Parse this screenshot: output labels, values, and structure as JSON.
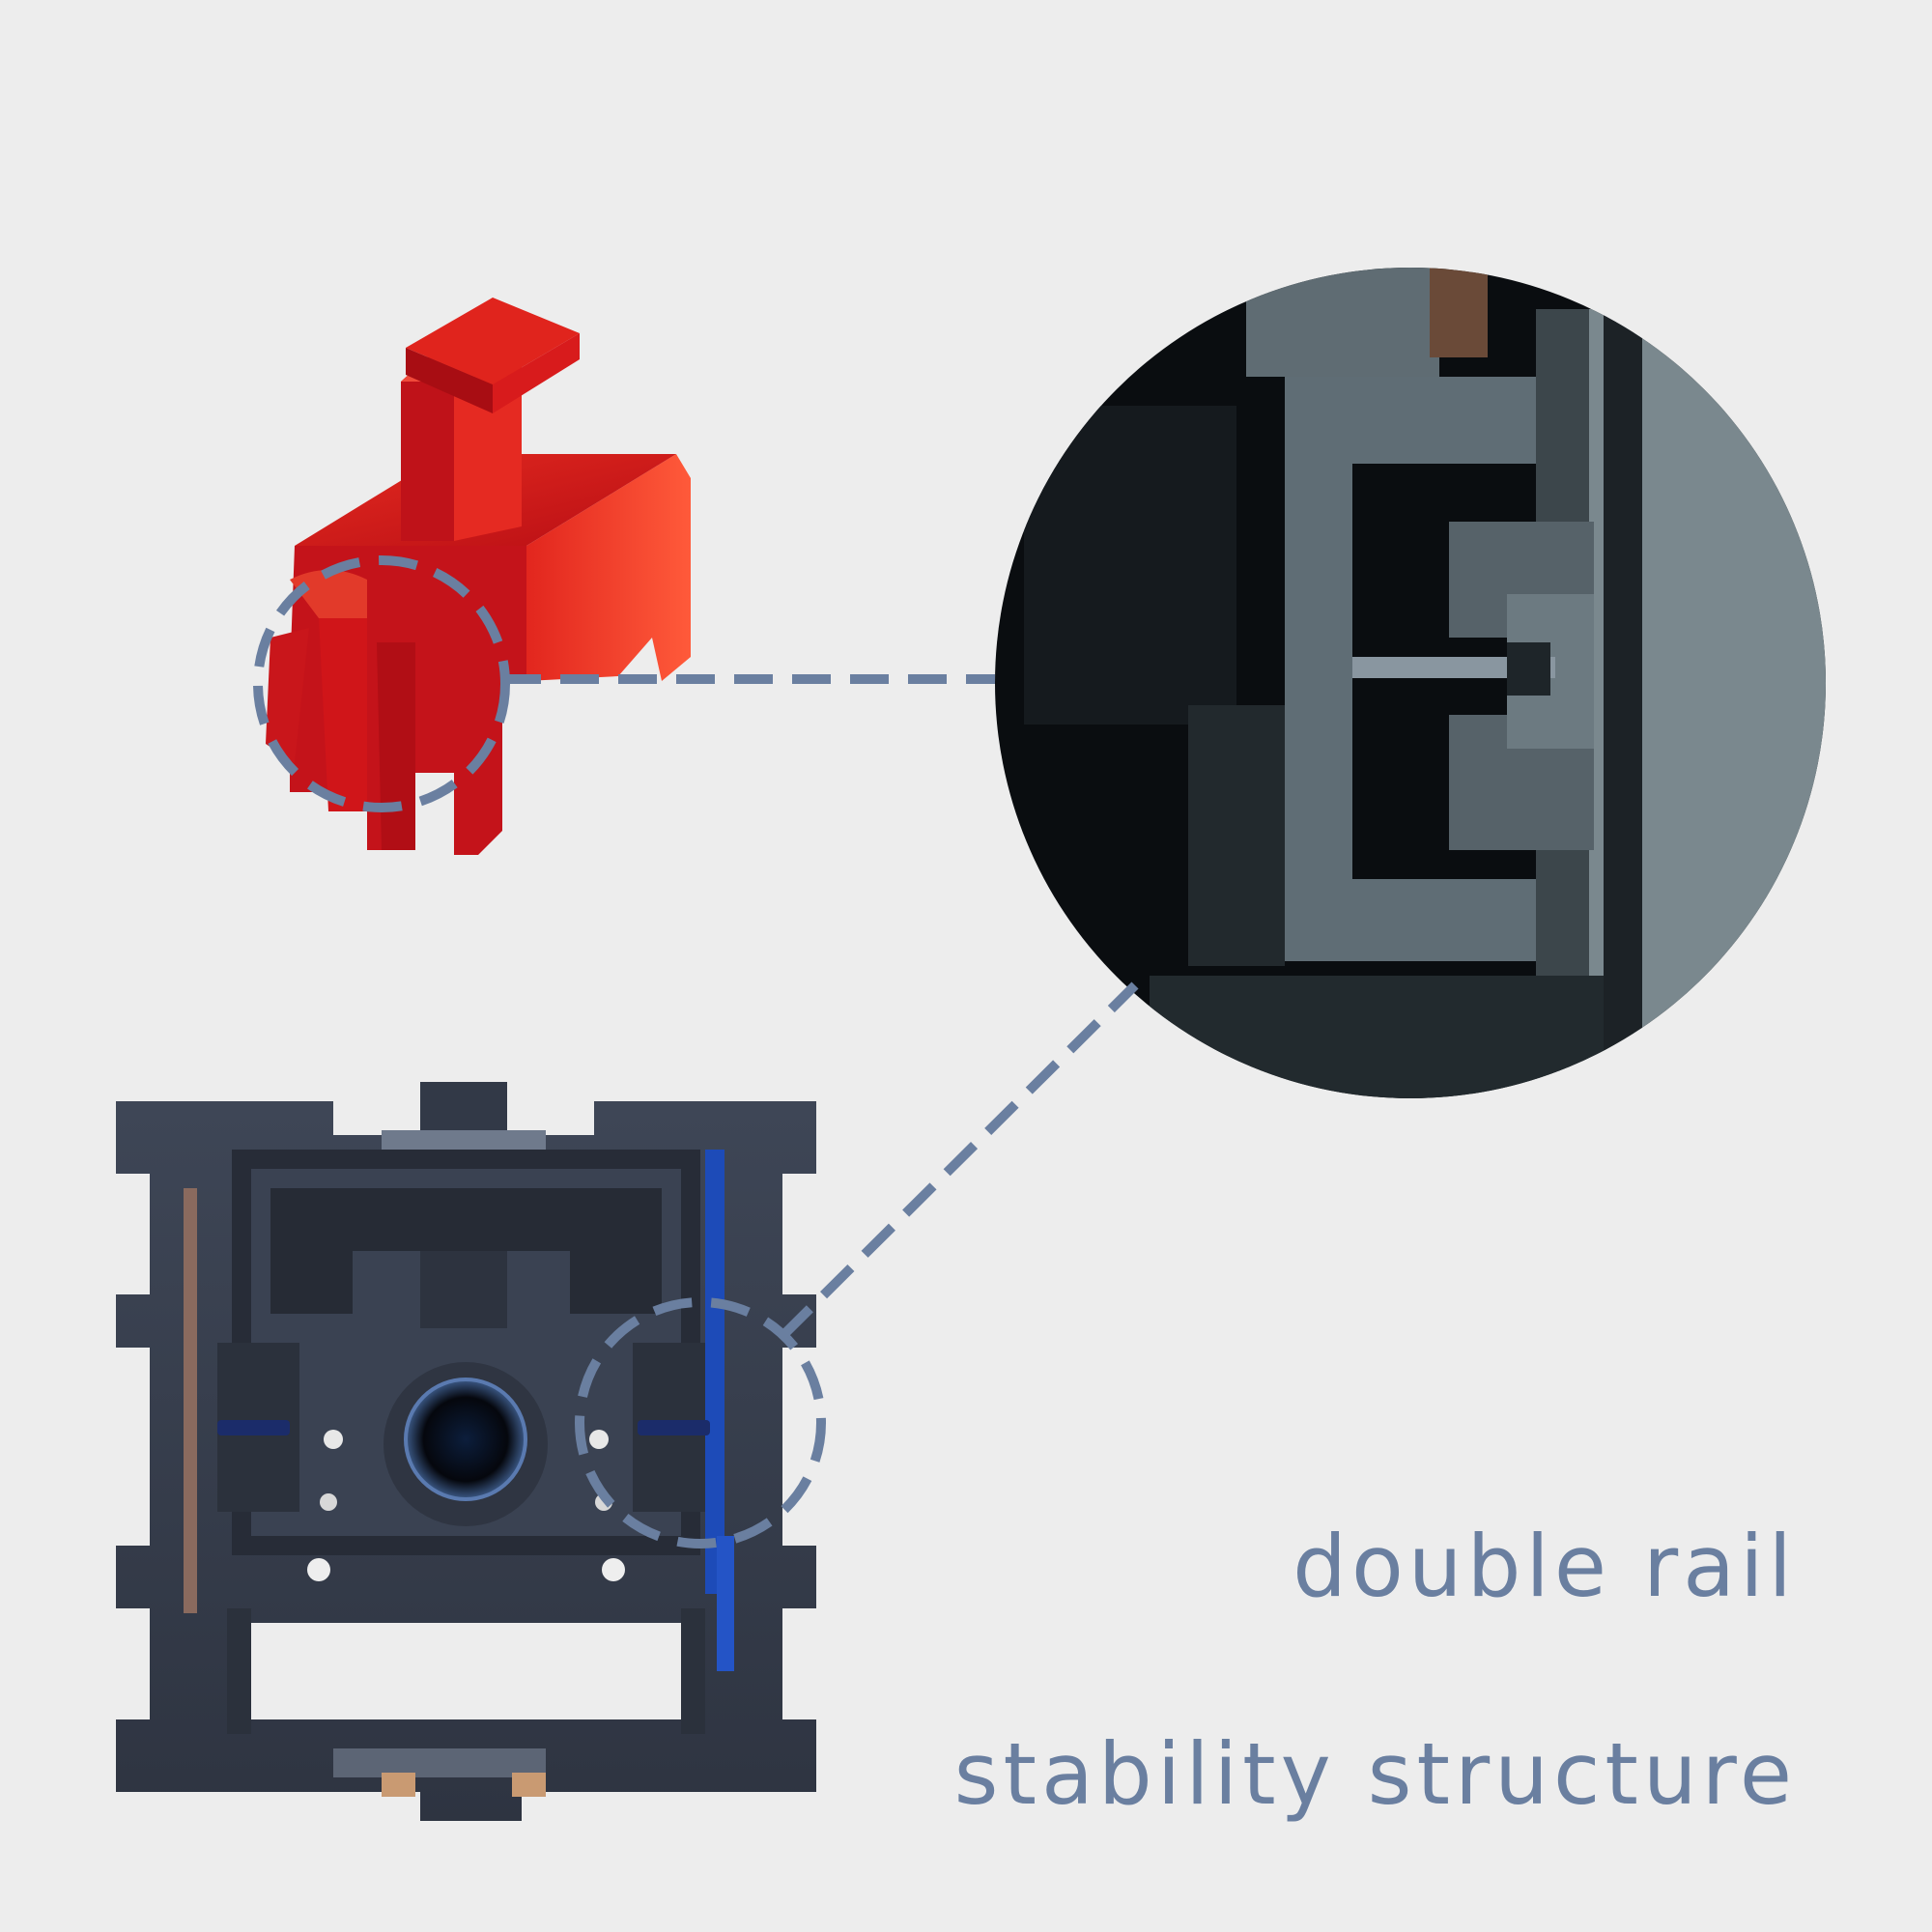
{
  "captions": {
    "line1": "double rail",
    "line2": "stability structure"
  },
  "colors": {
    "background": "#ededed",
    "caption_text": "#6a7fa0",
    "callout_dash": "#6a7fa0",
    "stem_red": "#d8161c",
    "housing_dark": "#3a4150",
    "zoom_grey": "#5d6b72"
  },
  "icons": {
    "stem": "red-switch-stem-illustration",
    "housing": "switch-housing-bottom-illustration",
    "zoom": "rail-closeup-illustration"
  }
}
